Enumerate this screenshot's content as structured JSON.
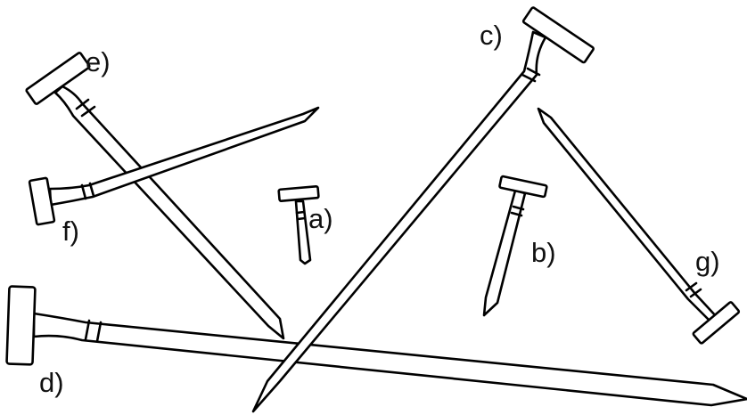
{
  "figure": {
    "labels": {
      "a": "a)",
      "b": "b)",
      "c": "c)",
      "d": "d)",
      "e": "e)",
      "f": "f)",
      "g": "g)"
    }
  }
}
